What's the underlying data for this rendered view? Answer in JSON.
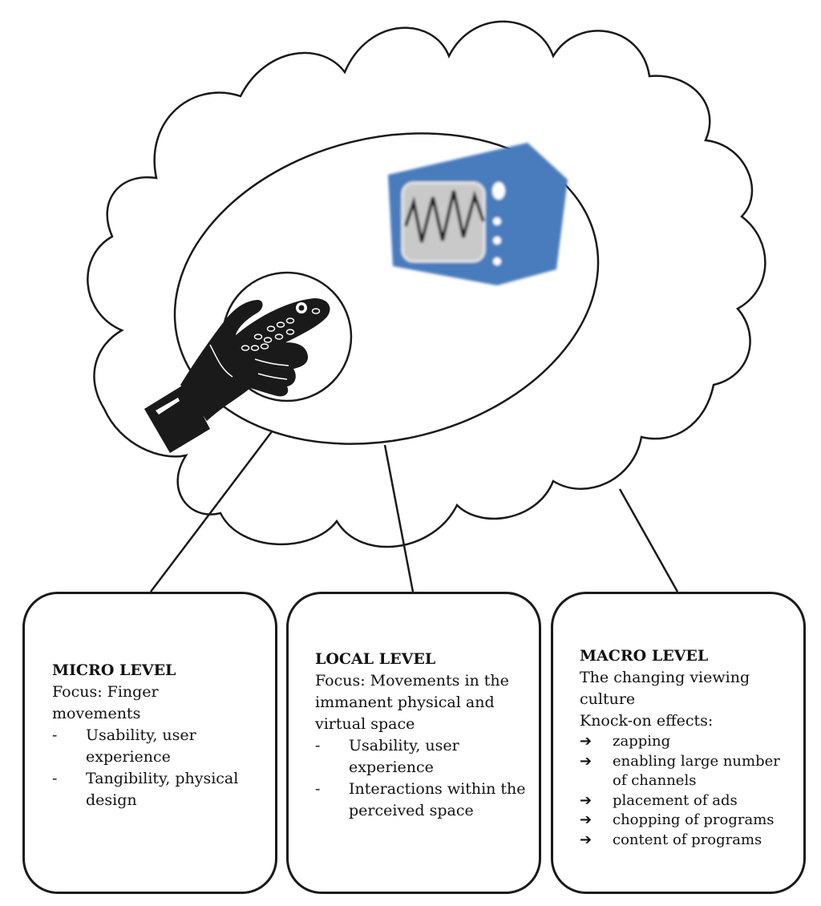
{
  "micro": {
    "title": "MICRO LEVEL",
    "focus": "Focus: Finger movements",
    "items": [
      {
        "marker": "-",
        "text": "Usability, user experience"
      },
      {
        "marker": "-",
        "text": "Tangibility, physical design"
      }
    ]
  },
  "local": {
    "title": "LOCAL LEVEL",
    "focus": "Focus: Movements in the immanent physical and virtual space",
    "items": [
      {
        "marker": "-",
        "text": "Usability, user experience"
      },
      {
        "marker": "-",
        "text": "Interactions within the perceived space"
      }
    ]
  },
  "macro": {
    "title": "MACRO LEVEL",
    "subtitle": "The changing viewing culture",
    "effects_label": "Knock-on effects:",
    "items": [
      {
        "marker": "➔",
        "text": "zapping"
      },
      {
        "marker": "➔",
        "text": "enabling large number of channels"
      },
      {
        "marker": "➔",
        "text": "placement of ads"
      },
      {
        "marker": "➔",
        "text": "chopping of programs"
      },
      {
        "marker": "➔",
        "text": "content of programs"
      }
    ]
  },
  "icons": {
    "tv": "tv-screen-icon",
    "remote": "hand-holding-remote-icon",
    "cloud": "thought-cloud"
  },
  "colors": {
    "tv_body": "#4a7bbd",
    "tv_screen": "#c9c9c9",
    "stroke": "#1a1a1a"
  }
}
